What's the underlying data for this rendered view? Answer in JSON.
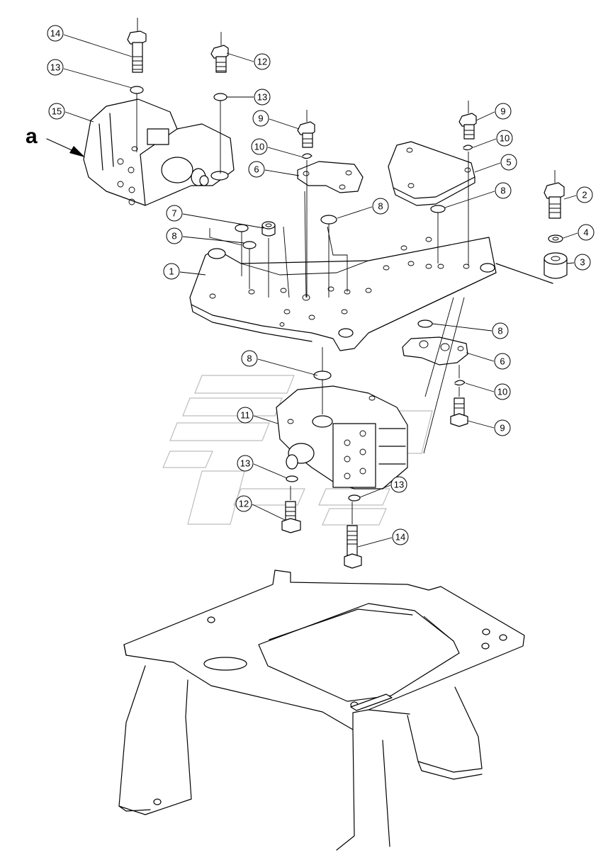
{
  "view_label": "a",
  "callouts": [
    {
      "id": "c14-top",
      "text": "14"
    },
    {
      "id": "c13-top",
      "text": "13"
    },
    {
      "id": "c15",
      "text": "15"
    },
    {
      "id": "c12-top",
      "text": "12"
    },
    {
      "id": "c13-mid",
      "text": "13"
    },
    {
      "id": "c9-left",
      "text": "9"
    },
    {
      "id": "c10-left",
      "text": "10"
    },
    {
      "id": "c6-top",
      "text": "6"
    },
    {
      "id": "c8-top",
      "text": "8"
    },
    {
      "id": "c9-right",
      "text": "9"
    },
    {
      "id": "c10-right",
      "text": "10"
    },
    {
      "id": "c5",
      "text": "5"
    },
    {
      "id": "c8-right",
      "text": "8"
    },
    {
      "id": "c2",
      "text": "2"
    },
    {
      "id": "c4",
      "text": "4"
    },
    {
      "id": "c3",
      "text": "3"
    },
    {
      "id": "c7",
      "text": "7"
    },
    {
      "id": "c8-left",
      "text": "8"
    },
    {
      "id": "c1",
      "text": "1"
    },
    {
      "id": "c8-lowright",
      "text": "8"
    },
    {
      "id": "c6-low",
      "text": "6"
    },
    {
      "id": "c8-low",
      "text": "8"
    },
    {
      "id": "c10-low",
      "text": "10"
    },
    {
      "id": "c11",
      "text": "11"
    },
    {
      "id": "c9-low",
      "text": "9"
    },
    {
      "id": "c13-low-left",
      "text": "13"
    },
    {
      "id": "c13-low-right",
      "text": "13"
    },
    {
      "id": "c12-low",
      "text": "12"
    },
    {
      "id": "c14-low",
      "text": "14"
    }
  ]
}
